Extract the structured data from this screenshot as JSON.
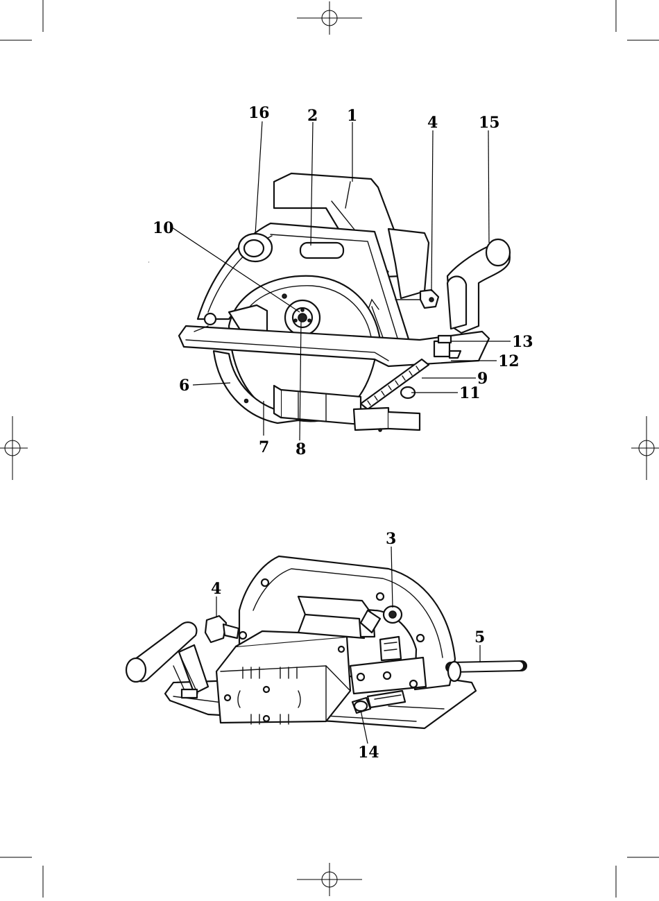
{
  "figure_top": {
    "callouts": [
      {
        "id": "label-16",
        "text": "16"
      },
      {
        "id": "label-2",
        "text": "2"
      },
      {
        "id": "label-1",
        "text": "1"
      },
      {
        "id": "label-4",
        "text": "4"
      },
      {
        "id": "label-15",
        "text": "15"
      },
      {
        "id": "label-10",
        "text": "10"
      },
      {
        "id": "label-13",
        "text": "13"
      },
      {
        "id": "label-12",
        "text": "12"
      },
      {
        "id": "label-9",
        "text": "9"
      },
      {
        "id": "label-11",
        "text": "11"
      },
      {
        "id": "label-6",
        "text": "6"
      },
      {
        "id": "label-7",
        "text": "7"
      },
      {
        "id": "label-8",
        "text": "8"
      }
    ]
  },
  "figure_bottom": {
    "callouts": [
      {
        "id": "label-3",
        "text": "3"
      },
      {
        "id": "label-4b",
        "text": "4"
      },
      {
        "id": "label-5",
        "text": "5"
      },
      {
        "id": "label-14",
        "text": "14"
      }
    ]
  },
  "colors": {
    "ink": "#111111",
    "paper": "#ffffff"
  }
}
